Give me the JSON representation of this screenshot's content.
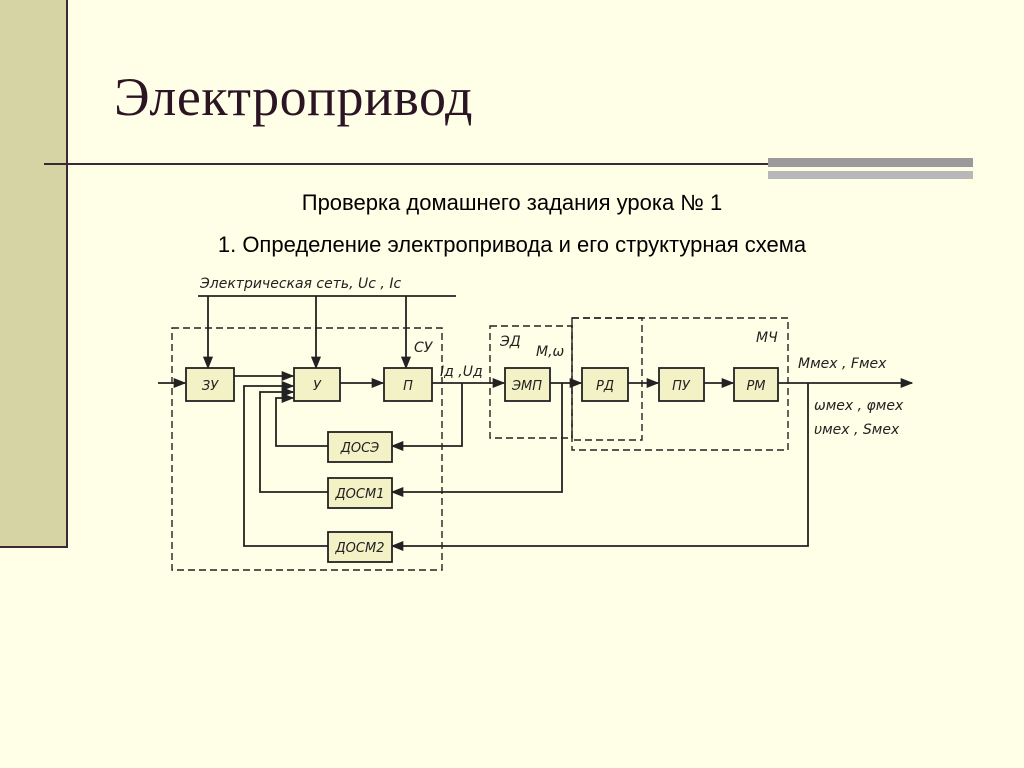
{
  "slide": {
    "title": "Электропривод",
    "subtitle1": "Проверка домашнего задания урока № 1",
    "subtitle2": "1. Определение электропривода и его структурная схема"
  },
  "diagram": {
    "network_label": "Электрическая сеть, Uc , Ic",
    "su_label": "СУ",
    "ed_label": "ЭД",
    "mch_label": "МЧ",
    "iu_label": "Iд ,Uд",
    "mw_label": "М,ω",
    "output_label_1": "Mмех , Fмех",
    "output_label_2": "ωмех , φмех",
    "output_label_3": "υмех , Sмех",
    "blocks": {
      "zu": "ЗУ",
      "u": "У",
      "p": "П",
      "emp": "ЭМП",
      "rd": "РД",
      "pu": "ПУ",
      "rm": "РМ",
      "dose": "ДОСЭ",
      "dosm1": "ДОСМ1",
      "dosm2": "ДОСМ2"
    }
  }
}
